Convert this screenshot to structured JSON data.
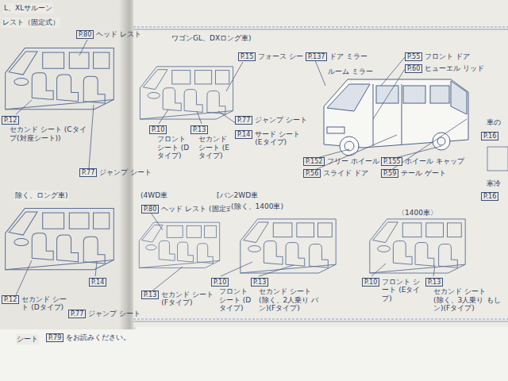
{
  "diagram": {
    "nodes": [
      {
        "text": [
          "P.80",
          "ヘッド レスト"
        ]
      },
      {
        "text": [
          "P.12",
          "セカンド シート (Cタイプ(対座シート))"
        ]
      },
      {
        "text": [
          "P.77",
          "ジャンプ シート"
        ]
      },
      {
        "text": [
          "P.12",
          "セカンド シート (Dタイプ)"
        ]
      },
      {
        "text": [
          "P.14"
        ]
      },
      {
        "text": [
          "P.77",
          "ジャンプ シート"
        ]
      },
      {
        "text": [
          "P.79",
          "をお読みください。"
        ]
      },
      {
        "text": [
          "P.15",
          "フォース シート"
        ]
      },
      {
        "text": [
          "P.137",
          "ドア ミラー"
        ]
      },
      {
        "text": [
          "P.55",
          "フロント ドア"
        ]
      },
      {
        "text": [
          "P.60",
          "ヒューエル リッド"
        ]
      },
      {
        "text": [
          "P.10",
          "フロント シート (Dタイプ)"
        ]
      },
      {
        "text": [
          "P.13",
          "セカンド シート (Eタイプ)"
        ]
      },
      {
        "text": [
          "P.77",
          "ジャンプ シート"
        ]
      },
      {
        "text": [
          "P.14",
          "サード シート (Eタイプ)"
        ]
      },
      {
        "text": [
          "P.152",
          "フリー ホイール ハブ"
        ]
      },
      {
        "text": [
          "P.56",
          "スライド ドア"
        ]
      },
      {
        "text": [
          "P.155",
          "ホイール キャップ"
        ]
      },
      {
        "text": [
          "P.59",
          "テール ゲート"
        ]
      },
      {
        "text": [
          "P.80",
          "ヘッド レスト (固定式)"
        ]
      },
      {
        "text": [
          "P.13",
          "セカンド シート (Fタイプ)"
        ]
      },
      {
        "text": [
          "P.10",
          "フロント シート (Dタイプ)"
        ]
      },
      {
        "text": [
          "P.13",
          "セカンド シート (除く、2人乗り バン)(Fタイプ)"
        ]
      },
      {
        "text": [
          "P.10",
          "フロント シート (Eタイプ)"
        ]
      },
      {
        "text": [
          "P.13",
          "セカンド シート (除く、3人乗り バン)(Fタイプ)"
        ]
      },
      {
        "text": [
          "P.16"
        ]
      },
      {
        "text": [
          "P.16"
        ]
      }
    ],
    "labels": [
      "L、XLサルーン",
      "レスト（固定式）",
      "除く、ロング車)",
      "シート",
      "ワゴンGL、DXロング車)",
      "ルーム ミラー",
      "(4WD車",
      "[バン2WD車",
      "(除く、1400車)",
      "〈1400車〉",
      "車の",
      "寒冷",
      "もし"
    ]
  }
}
